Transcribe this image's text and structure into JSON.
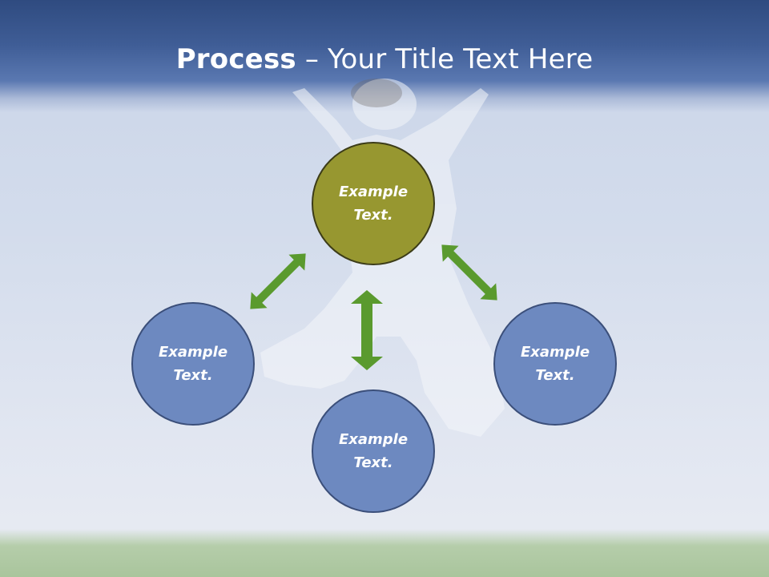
{
  "title": {
    "bold": "Process",
    "rest": " – Your Title Text Here"
  },
  "nodes": {
    "top": {
      "line1": "Example",
      "line2": "Text."
    },
    "left": {
      "line1": "Example",
      "line2": "Text."
    },
    "right": {
      "line1": "Example",
      "line2": "Text."
    },
    "bottom": {
      "line1": "Example",
      "line2": "Text."
    }
  },
  "colors": {
    "title_bar": "#2f4b80",
    "hub_circle": "#979730",
    "outer_circle": "#6d89c0",
    "arrow": "#5a9a2e"
  }
}
